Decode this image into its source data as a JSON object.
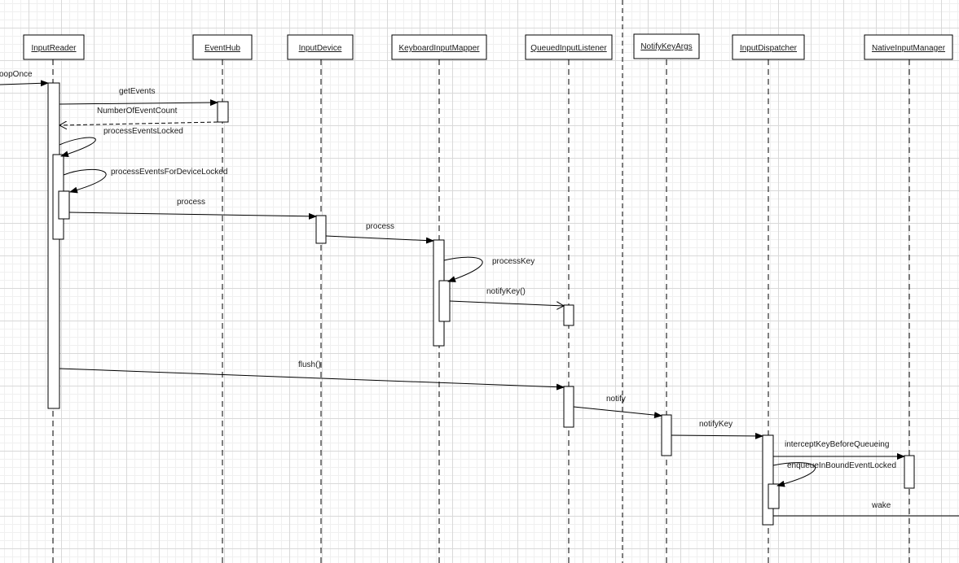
{
  "lifelines": [
    {
      "id": "reader",
      "name": "InputReader"
    },
    {
      "id": "hub",
      "name": "EventHub"
    },
    {
      "id": "device",
      "name": "InputDevice"
    },
    {
      "id": "mapper",
      "name": "KeyboardInputMapper"
    },
    {
      "id": "listener",
      "name": "QueuedInputListener"
    },
    {
      "id": "args",
      "name": "NotifyKeyArgs"
    },
    {
      "id": "dispatcher",
      "name": "InputDispatcher"
    },
    {
      "id": "native",
      "name": "NativeInputManager"
    }
  ],
  "messages": [
    {
      "id": "loop_once",
      "label": "oopOnce"
    },
    {
      "id": "get_events",
      "label": "getEvents"
    },
    {
      "id": "event_count",
      "label": "NumberOfEventCount"
    },
    {
      "id": "process_events_locked",
      "label": "processEventsLocked"
    },
    {
      "id": "process_events_device",
      "label": "processEventsForDeviceLocked"
    },
    {
      "id": "process_device",
      "label": "process"
    },
    {
      "id": "process_mapper",
      "label": "process"
    },
    {
      "id": "process_key",
      "label": "processKey"
    },
    {
      "id": "notify_key_call",
      "label": "notifyKey()"
    },
    {
      "id": "flush",
      "label": "flush()"
    },
    {
      "id": "notify",
      "label": "notify"
    },
    {
      "id": "notify_key",
      "label": "notifyKey"
    },
    {
      "id": "intercept",
      "label": "interceptKeyBeforeQueueing"
    },
    {
      "id": "enqueue",
      "label": "enqueueInBoundEventLocked"
    },
    {
      "id": "wake",
      "label": "wake"
    }
  ]
}
